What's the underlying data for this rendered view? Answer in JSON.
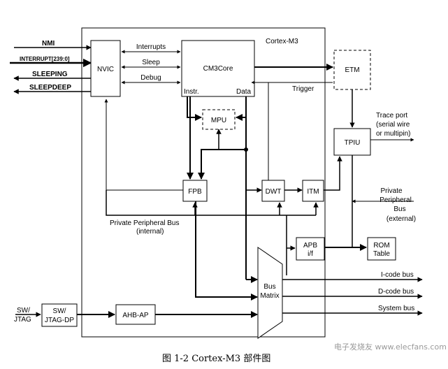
{
  "diagram": {
    "core_title": "Cortex-M3",
    "blocks": {
      "nvic": "NVIC",
      "cm3core": "CM3Core",
      "instr": "Instr.",
      "data": "Data",
      "mpu": "MPU",
      "fpb": "FPB",
      "dwt": "DWT",
      "itm": "ITM",
      "etm": "ETM",
      "tpiu": "TPIU",
      "apb_line1": "APB",
      "apb_line2": "i/f",
      "rom_line1": "ROM",
      "rom_line2": "Table",
      "bus_matrix_line1": "Bus",
      "bus_matrix_line2": "Matrix",
      "ahb_ap": "AHB-AP",
      "swjtag_dp_line1": "SW/",
      "swjtag_dp_line2": "JTAG-DP"
    },
    "signals": {
      "nmi": "NMI",
      "interrupt": "INTERRUPT[239:0]",
      "sleeping": "SLEEPING",
      "sleepdeep": "SLEEPDEEP",
      "interrupts": "Interrupts",
      "sleep": "Sleep",
      "debug": "Debug",
      "trigger": "Trigger",
      "sw_line1": "SW/",
      "sw_line2": "JTAG"
    },
    "external_labels": {
      "trace_line1": "Trace port",
      "trace_line2": "(serial wire",
      "trace_line3": "or multipin)",
      "ppb_ext_line1": "Private",
      "ppb_ext_line2": "Peripheral",
      "ppb_ext_line3": "Bus",
      "ppb_ext_line4": "(external)",
      "ppb_int_line1": "Private Peripheral Bus",
      "ppb_int_line2": "(internal)",
      "icode": "I-code bus",
      "dcode": "D-code bus",
      "system": "System bus"
    },
    "caption": "图  1-2 Cortex-M3 部件图",
    "watermark": "电子发烧友 www.elecfans.com"
  }
}
